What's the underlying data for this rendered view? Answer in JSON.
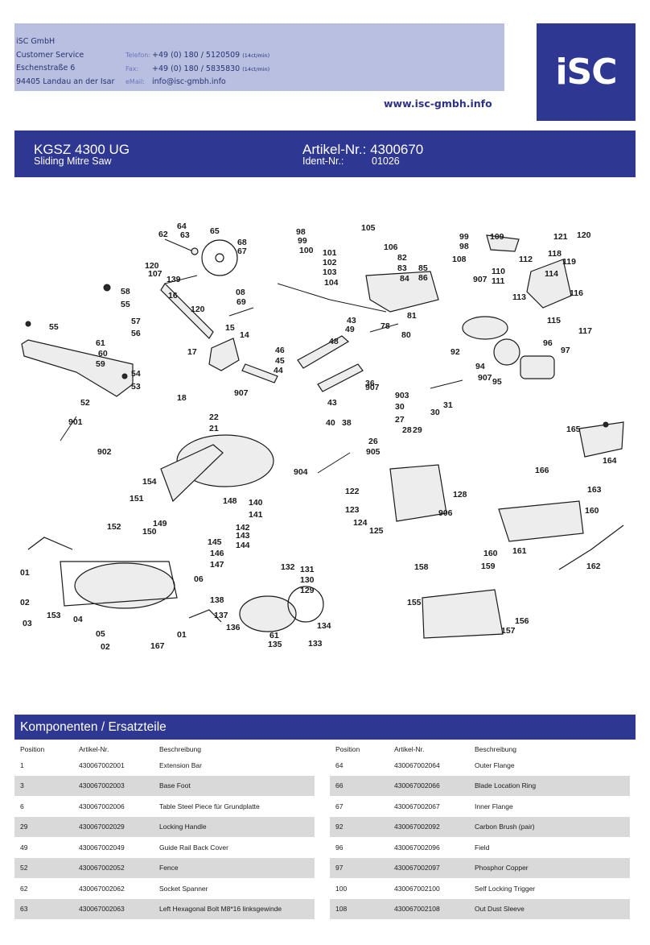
{
  "company": {
    "name": "iSC GmbH",
    "department": "Customer Service",
    "street": "Eschenstraße 6",
    "city": "94405 Landau an der Isar",
    "phone_label": "Telefon:",
    "phone": "+49 (0) 180 / 5120509",
    "phone_rate": "(14ct/min)",
    "fax_label": "Fax:",
    "fax": "+49 (0) 180 / 5835830",
    "fax_rate": "(14ct/min)",
    "email_label": "eMail:",
    "email": "info@isc-gmbh.info",
    "website": "www.isc-gmbh.info",
    "logo_text": "iSC",
    "brand_color": "#2e3791"
  },
  "product": {
    "model": "KGSZ 4300 UG",
    "name": "Sliding Mitre Saw",
    "article_label": "Artikel-Nr.:",
    "article_number": "4300670",
    "ident_label": "Ident-Nr.:",
    "ident_number": "01026"
  },
  "diagram": {
    "labels": [
      "62",
      "64",
      "63",
      "65",
      "68",
      "67",
      "08",
      "69",
      "98",
      "99",
      "100",
      "105",
      "101",
      "102",
      "103",
      "104",
      "106",
      "82",
      "83",
      "84",
      "85",
      "81",
      "86",
      "99",
      "98",
      "109",
      "108",
      "907",
      "121",
      "120",
      "118",
      "119",
      "112",
      "110",
      "111",
      "114",
      "113",
      "116",
      "115",
      "117",
      "120",
      "107",
      "139",
      "58",
      "16",
      "55",
      "57",
      "56",
      "120",
      "15",
      "14",
      "55",
      "61",
      "60",
      "59",
      "54",
      "53",
      "17",
      "52",
      "46",
      "45",
      "44",
      "48",
      "43",
      "49",
      "78",
      "80",
      "92",
      "94",
      "96",
      "97",
      "95",
      "907",
      "907",
      "907",
      "36",
      "903",
      "30",
      "31",
      "30",
      "27",
      "28",
      "29",
      "26",
      "18",
      "22",
      "21",
      "43",
      "40",
      "38",
      "905",
      "901",
      "902",
      "904",
      "165",
      "164",
      "154",
      "151",
      "122",
      "123",
      "124",
      "125",
      "128",
      "906",
      "166",
      "163",
      "160",
      "148",
      "140",
      "141",
      "142",
      "143",
      "144",
      "145",
      "146",
      "147",
      "152",
      "150",
      "149",
      "161",
      "160",
      "159",
      "162",
      "01",
      "158",
      "132",
      "131",
      "130",
      "129",
      "02",
      "138",
      "137",
      "136",
      "61",
      "135",
      "134",
      "133",
      "155",
      "03",
      "153",
      "04",
      "05",
      "02",
      "167",
      "01",
      "06",
      "156",
      "157"
    ]
  },
  "parts": {
    "title": "Komponenten / Ersatzteile",
    "headers": {
      "position": "Position",
      "article": "Artikel-Nr.",
      "description": "Beschreibung"
    },
    "left": [
      {
        "pos": "1",
        "art": "430067002001",
        "desc": "Extension Bar"
      },
      {
        "pos": "3",
        "art": "430067002003",
        "desc": "Base Foot"
      },
      {
        "pos": "6",
        "art": "430067002006",
        "desc": "Table Steel Piece für Grundplatte"
      },
      {
        "pos": "29",
        "art": "430067002029",
        "desc": "Locking Handle"
      },
      {
        "pos": "49",
        "art": "430067002049",
        "desc": "Guide Rail Back Cover"
      },
      {
        "pos": "52",
        "art": "430067002052",
        "desc": "Fence"
      },
      {
        "pos": "62",
        "art": "430067002062",
        "desc": "Socket Spanner"
      },
      {
        "pos": "63",
        "art": "430067002063",
        "desc": "Left Hexagonal Bolt M8*16 linksgewinde"
      }
    ],
    "right": [
      {
        "pos": "64",
        "art": "430067002064",
        "desc": "Outer Flange"
      },
      {
        "pos": "66",
        "art": "430067002066",
        "desc": "Blade Location Ring"
      },
      {
        "pos": "67",
        "art": "430067002067",
        "desc": "Inner Flange"
      },
      {
        "pos": "92",
        "art": "430067002092",
        "desc": "Carbon Brush (pair)"
      },
      {
        "pos": "96",
        "art": "430067002096",
        "desc": "Field"
      },
      {
        "pos": "97",
        "art": "430067002097",
        "desc": "Phosphor Copper"
      },
      {
        "pos": "100",
        "art": "430067002100",
        "desc": "Self Locking Trigger"
      },
      {
        "pos": "108",
        "art": "430067002108",
        "desc": "Out Dust Sleeve"
      }
    ]
  }
}
